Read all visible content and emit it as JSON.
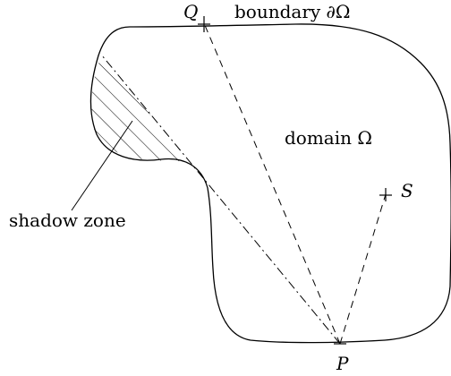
{
  "labels": {
    "boundary": "boundary ∂Ω",
    "domain": "domain Ω",
    "shadow_zone": "shadow zone",
    "point_q": "Q",
    "point_s": "S",
    "point_p": "P"
  }
}
